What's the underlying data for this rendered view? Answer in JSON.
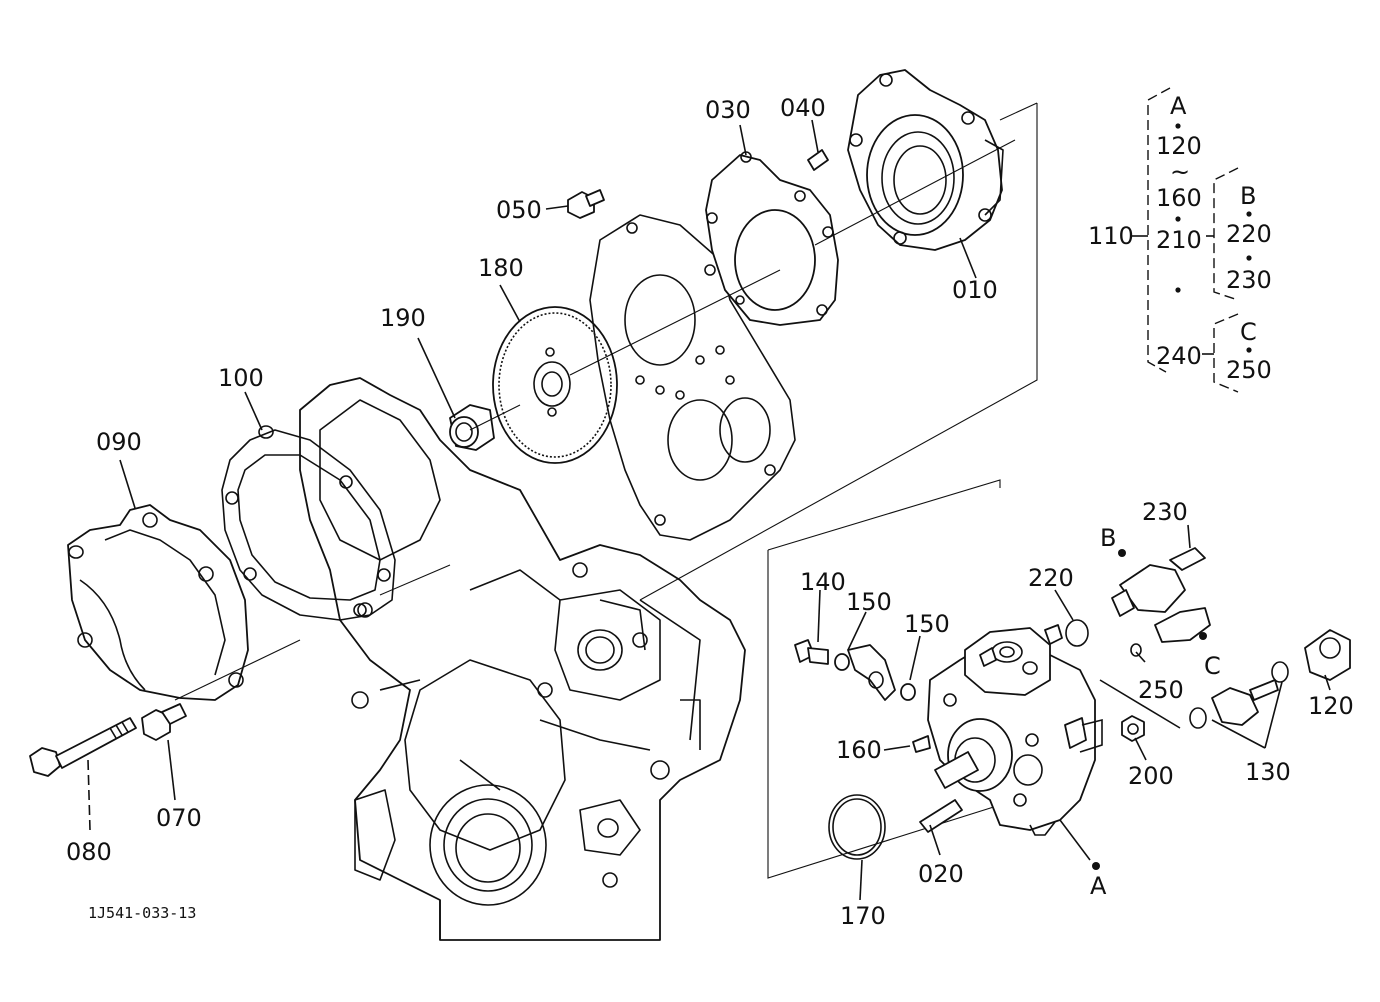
{
  "diagram": {
    "drawing_number": "1J541-033-13",
    "callouts": {
      "p010": "010",
      "p020": "020",
      "p030": "030",
      "p040": "040",
      "p050": "050",
      "p070": "070",
      "p080": "080",
      "p090": "090",
      "p100": "100",
      "p110": "110",
      "p120a": "120",
      "p120b": "120",
      "p130": "130",
      "p140": "140",
      "p150a": "150",
      "p150b": "150",
      "p160a": "160",
      "p160b": "160",
      "p170": "170",
      "p180": "180",
      "p190": "190",
      "p200": "200",
      "p210": "210",
      "p220a": "220",
      "p220b": "220",
      "p230a": "230",
      "p230b": "230",
      "p240": "240",
      "p250a": "250",
      "p250b": "250"
    },
    "markers": {
      "a_legend": "A",
      "a_pump": "A",
      "b_legend": "B",
      "b_pump": "B",
      "c_legend": "C",
      "c_pump": "C",
      "tilde": "~"
    }
  }
}
